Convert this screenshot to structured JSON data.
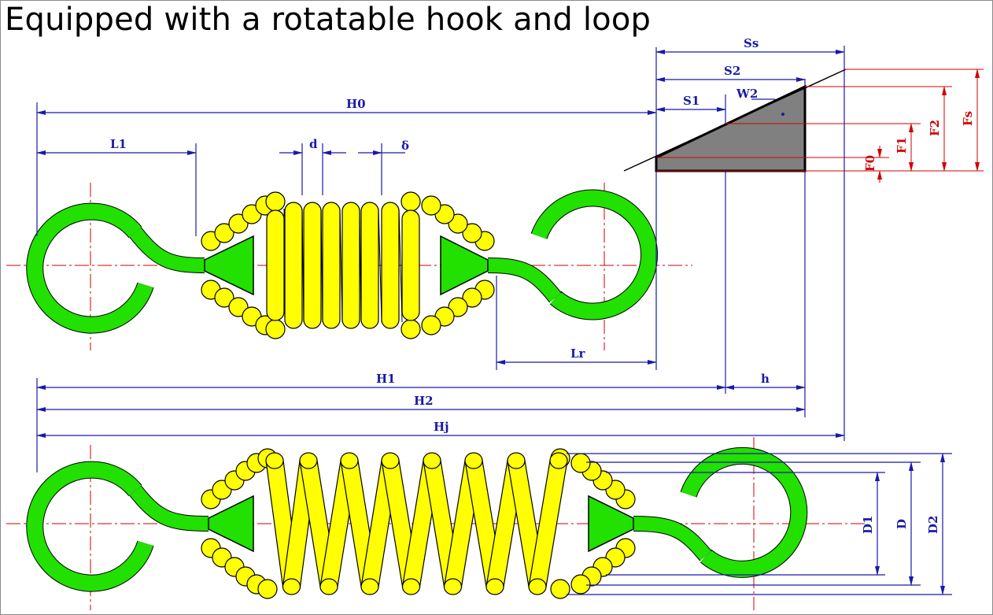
{
  "title": "Equipped with a rotatable hook and loop",
  "labels": {
    "H0": "H0",
    "L1": "L1",
    "d": "d",
    "delta": "δ",
    "Lr": "Lr",
    "H1": "H1",
    "h": "h",
    "H2": "H2",
    "Hj": "Hj",
    "Ss": "Ss",
    "S2": "S2",
    "S1": "S1",
    "W2": "W2",
    "F0": "F0",
    "F1": "F1",
    "F2": "F2",
    "Fs": "Fs",
    "D1": "D1",
    "D": "D",
    "D2": "D2"
  },
  "colors": {
    "hook": "#22e000",
    "coil": "#ffff00",
    "outline": "#000000",
    "dimension": "#1a1aa8",
    "force": "#d00000",
    "centerline": "#d00000",
    "triangle": "#808080"
  }
}
